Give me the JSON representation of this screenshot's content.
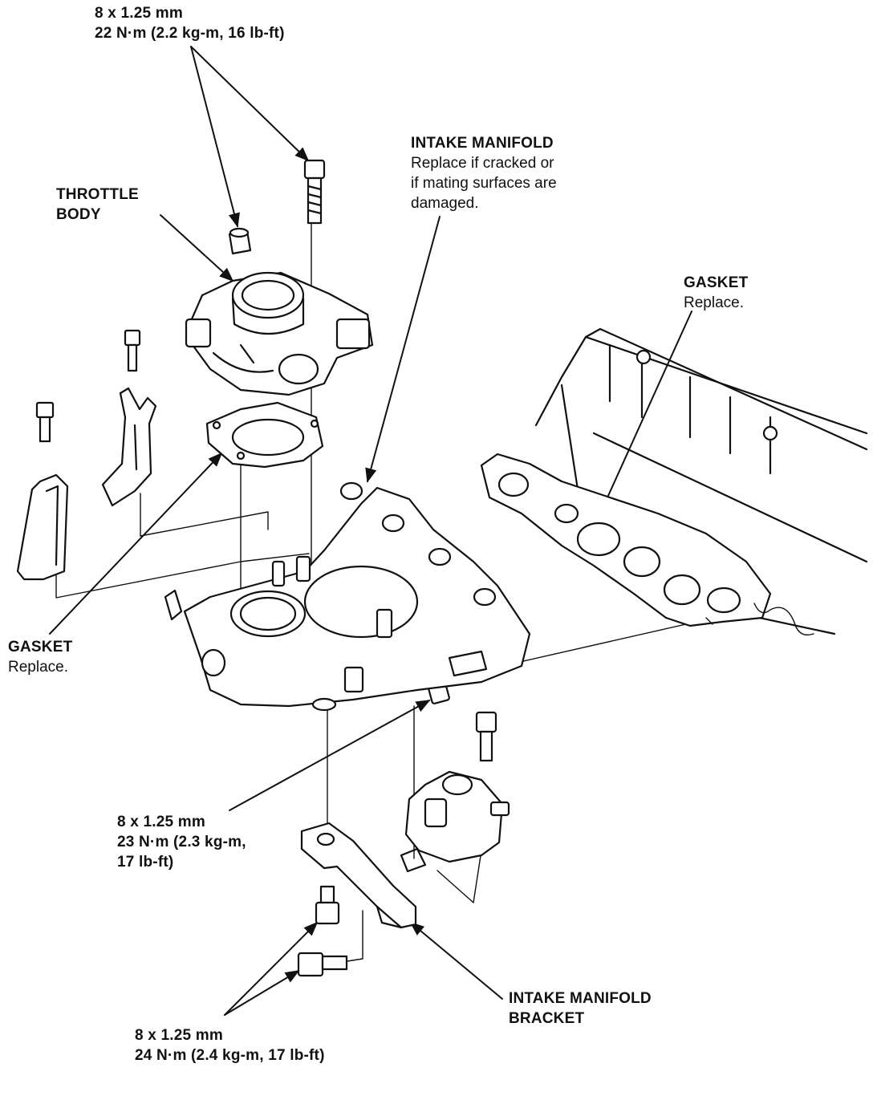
{
  "callouts": {
    "top_bolt": {
      "spec": "8 x 1.25 mm",
      "torque": "22 N·m (2.2 kg-m, 16 lb-ft)"
    },
    "intake_manifold": {
      "title": "INTAKE MANIFOLD",
      "line1": "Replace if cracked or",
      "line2": "if mating surfaces are",
      "line3": "damaged."
    },
    "throttle_body": {
      "line1": "THROTTLE",
      "line2": "BODY"
    },
    "gasket_right": {
      "title": "GASKET",
      "note": "Replace."
    },
    "gasket_left": {
      "title": "GASKET",
      "note": "Replace."
    },
    "mid_bolt": {
      "spec": "8 x 1.25 mm",
      "torque1": "23 N·m (2.3 kg-m,",
      "torque2": "17 lb-ft)"
    },
    "bracket": {
      "line1": "INTAKE MANIFOLD",
      "line2": "BRACKET"
    },
    "bottom_bolt": {
      "spec": "8 x 1.25 mm",
      "torque": "24 N·m (2.4 kg-m, 17 lb-ft)"
    }
  }
}
